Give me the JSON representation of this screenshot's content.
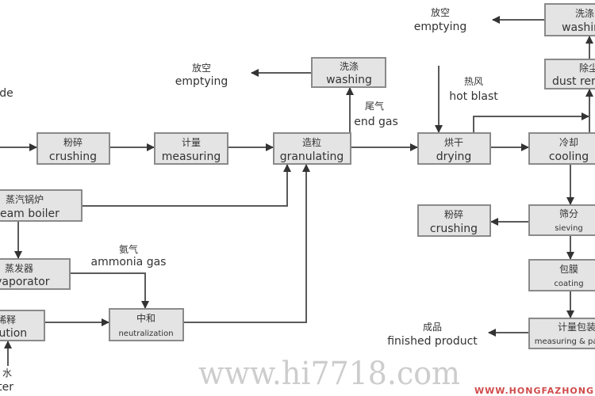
{
  "nodes": {
    "crushing1": {
      "cn": "粉碎",
      "en": "crushing"
    },
    "measuring": {
      "cn": "计量",
      "en": "measuring"
    },
    "granulating": {
      "cn": "造粒",
      "en": "granulating"
    },
    "washing1": {
      "cn": "洗涤",
      "en": "washing"
    },
    "drying": {
      "cn": "烘干",
      "en": "drying"
    },
    "cooling": {
      "cn": "冷却",
      "en": "cooling"
    },
    "dust_removal": {
      "cn": "除尘",
      "en": "dust removal"
    },
    "washing2": {
      "cn": "洗涤",
      "en": "washing"
    },
    "sieving": {
      "cn": "筛分",
      "en": "sieving"
    },
    "crushing2": {
      "cn": "粉碎",
      "en": "crushing"
    },
    "coating": {
      "cn": "包膜",
      "en": "coating"
    },
    "packing": {
      "cn": "计量包装",
      "en": "measuring & packing"
    },
    "steam_boiler": {
      "cn": "蒸汽锅炉",
      "en": "steam boiler"
    },
    "evaporator": {
      "cn": "蒸发器",
      "en": "evaporator"
    },
    "dilution": {
      "cn": "稀释",
      "en": "dilution"
    },
    "neutralization": {
      "cn": "中和",
      "en": "neutralization"
    }
  },
  "labels": {
    "left_input": "ide",
    "emptying1": {
      "cn": "放空",
      "en": "emptying"
    },
    "end_gas": {
      "cn": "尾气",
      "en": "end gas"
    },
    "emptying2": {
      "cn": "放空",
      "en": "emptying"
    },
    "hot_blast": {
      "cn": "热风",
      "en": "hot blast"
    },
    "ammonia_gas": {
      "cn": "氨气",
      "en": "ammonia gas"
    },
    "water": {
      "cn": "水",
      "en": "water"
    },
    "finished_product": {
      "cn": "成品",
      "en": "finished product"
    }
  },
  "watermark": {
    "main": "www.hi7718.com",
    "sub": "WWW.HONGFAZHONG"
  }
}
